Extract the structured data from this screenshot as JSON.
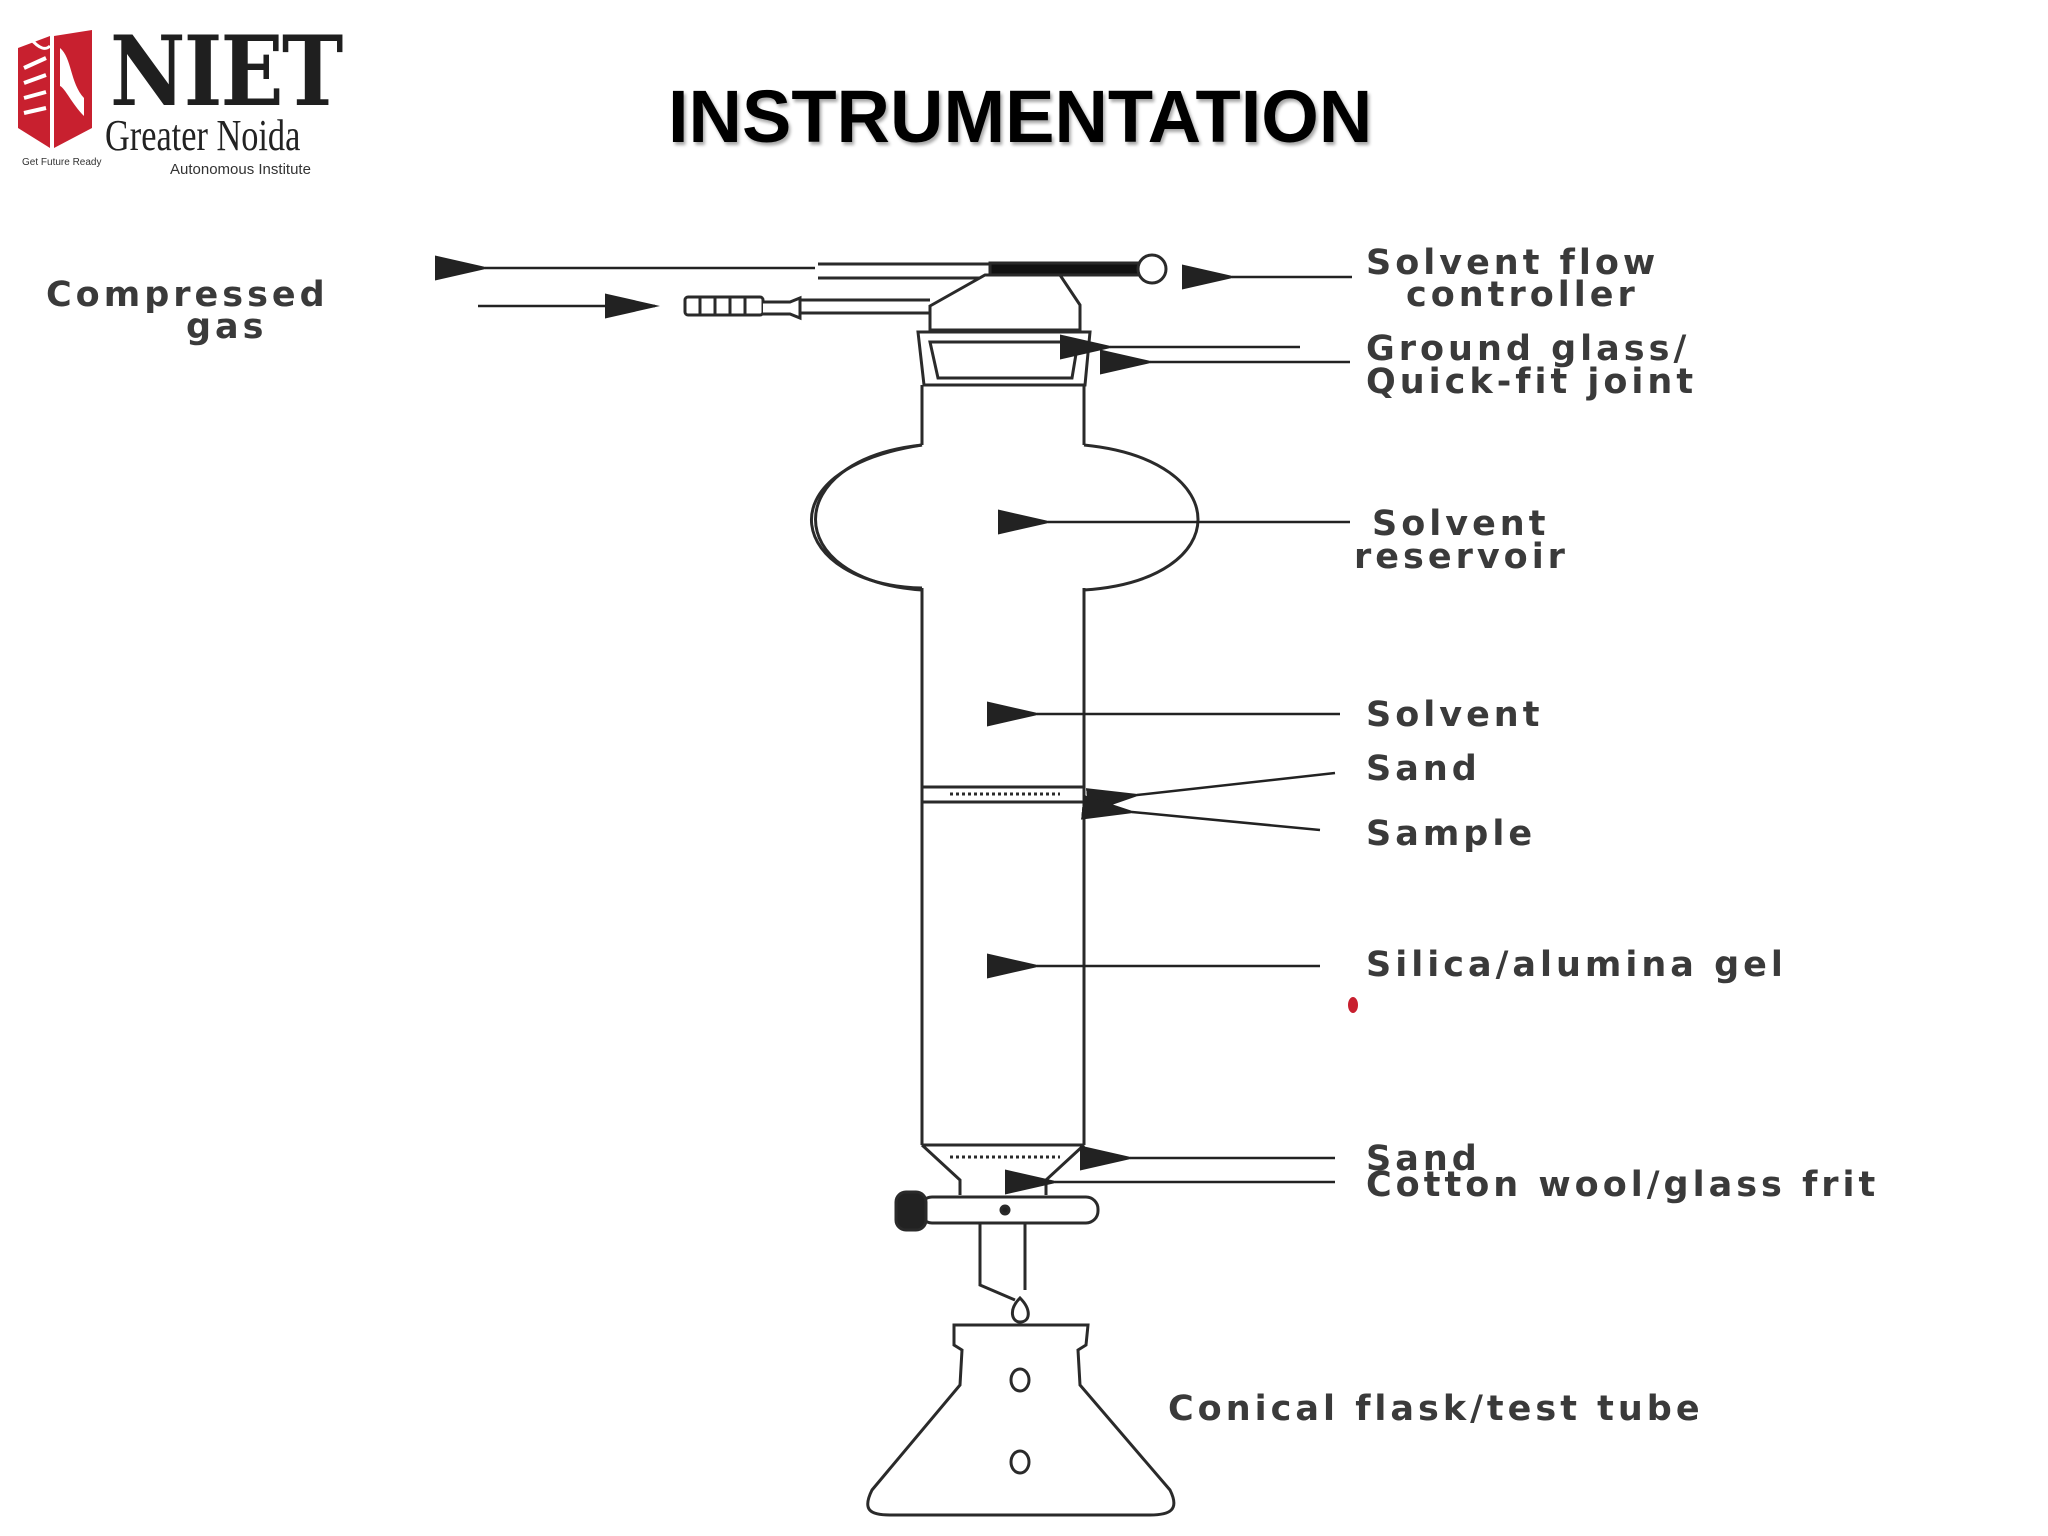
{
  "logo": {
    "name": "NIET",
    "city": "Greater Noida",
    "subtitle": "Autonomous Institute",
    "tagline": "Get Future Ready",
    "brand_color": "#c8202f"
  },
  "title": "INSTRUMENTATION",
  "diagram": {
    "labels": {
      "compressed_gas_1": "Compressed",
      "compressed_gas_2": "gas",
      "flow_controller_1": "Solvent flow",
      "flow_controller_2": "controller",
      "ground_glass_1": "Ground glass/",
      "ground_glass_2": "Quick-fit joint",
      "reservoir_1": "Solvent",
      "reservoir_2": "reservoir",
      "solvent": "Solvent",
      "sand_top": "Sand",
      "sample": "Sample",
      "silica": "Silica/alumina gel",
      "sand_bottom": "Sand",
      "cotton": "Cotton wool/glass frit",
      "flask": "Conical flask/test tube"
    }
  }
}
